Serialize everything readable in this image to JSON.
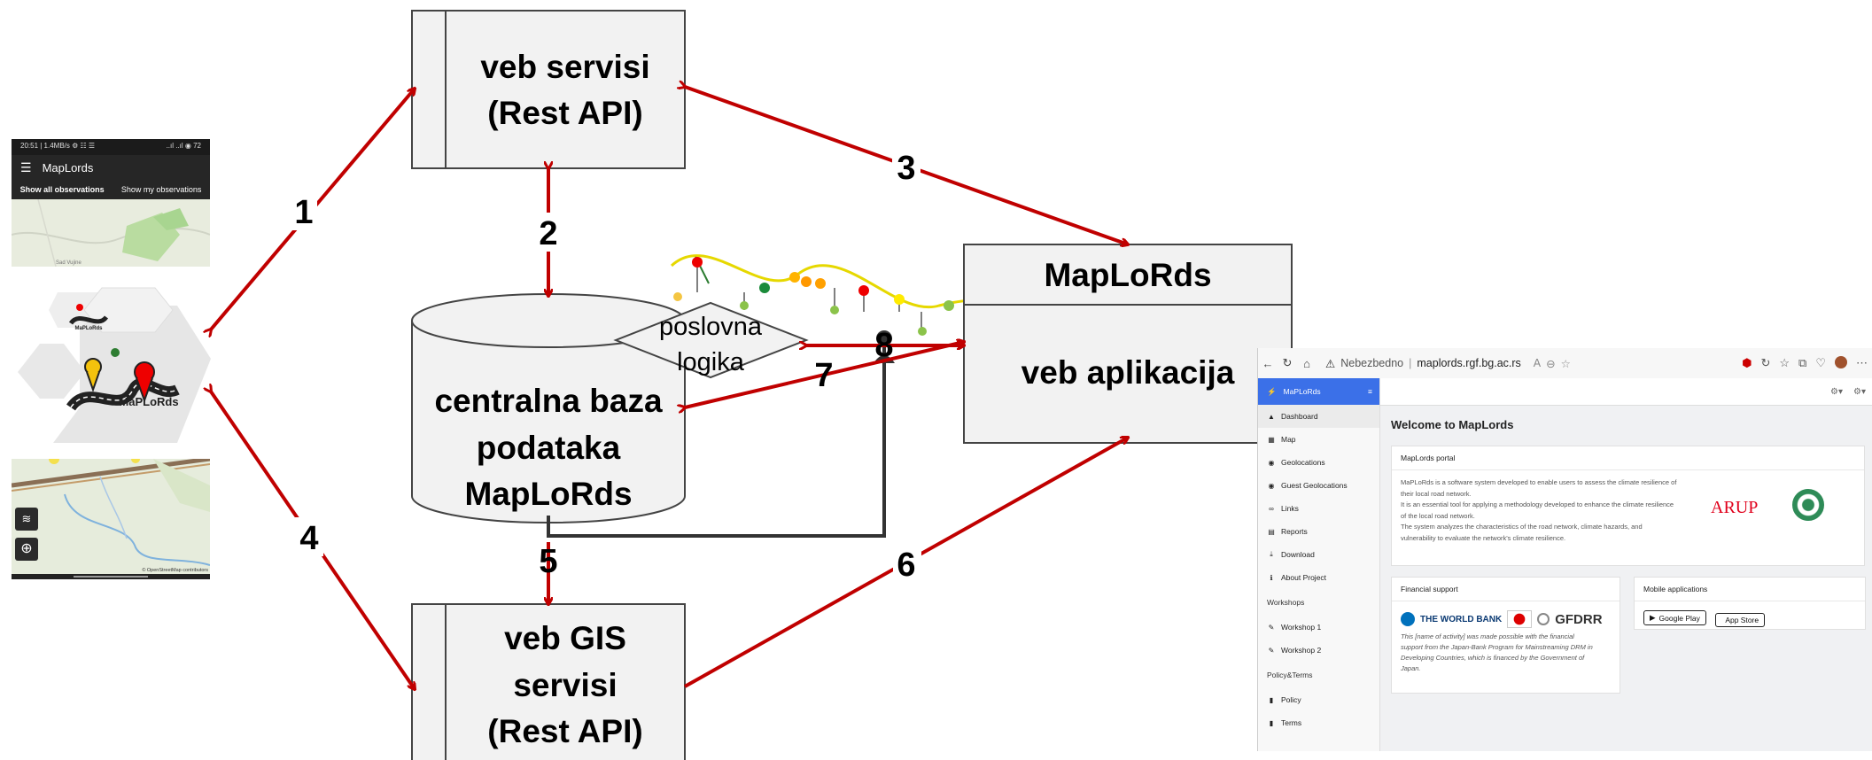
{
  "diagram": {
    "nodes": {
      "veb_servisi": [
        "veb servisi",
        "(Rest API)"
      ],
      "baza": [
        "centralna baza",
        "podataka",
        "MapLoRds"
      ],
      "poslovna_logika": [
        "poslovna",
        "logika"
      ],
      "gis": [
        "veb GIS",
        "servisi",
        "(Rest API)"
      ],
      "app_title": "MapLoRds",
      "app_sub": "veb aplikacija"
    },
    "edge_numbers": [
      "1",
      "2",
      "3",
      "4",
      "5",
      "6",
      "7",
      "8"
    ],
    "colors": {
      "arrow": "#c00000",
      "line": "#333333"
    }
  },
  "phone": {
    "status": "20:51 | 1.4MB/s ⚙ ☷ ☰",
    "status_right": "..ıl ..ıl ◉ 72",
    "title": "MapLords",
    "tab_all": "Show all observations",
    "tab_my": "Show my observations",
    "map_label": "Sad Vujine",
    "logo_text": "MaPLoRds",
    "logo_small": "MaPLoRds",
    "credit": "© OpenStreetMap contributors"
  },
  "browser": {
    "warning": "Nebezbedno",
    "url": "maplords.rgf.bg.ac.rs",
    "brand": "MaPLoRds",
    "menu": [
      {
        "icon": "▲",
        "label": "Dashboard",
        "active": true
      },
      {
        "icon": "▦",
        "label": "Map"
      },
      {
        "icon": "◉",
        "label": "Geolocations"
      },
      {
        "icon": "◉",
        "label": "Guest Geolocations"
      },
      {
        "icon": "∞",
        "label": "Links"
      },
      {
        "icon": "▤",
        "label": "Reports"
      },
      {
        "icon": "⤓",
        "label": "Download"
      },
      {
        "icon": "ℹ",
        "label": "About Project"
      }
    ],
    "section_workshops": "Workshops",
    "workshops": [
      "Workshop 1",
      "Workshop 2"
    ],
    "section_policy": "Policy&Terms",
    "policy": [
      "Policy",
      "Terms"
    ],
    "welcome": "Welcome to MapLords",
    "portal_title": "MapLords portal",
    "portal_text": [
      "MaPLoRds is a software system developed to enable users to assess the climate resilience of",
      "their local road network.",
      "It is an essential tool for applying a methodology developed to enhance the climate resilience",
      "of the local road network.",
      "The system analyzes the characteristics of the road network, climate hazards, and",
      "vulnerability to evaluate the network's climate resilience."
    ],
    "arup": "ARUP",
    "financial_title": "Financial support",
    "worldbank": "THE WORLD BANK",
    "gfdrr": "GFDRR",
    "financial_text": [
      "This [name of activity] was made possible with the financial",
      "support from the Japan-Bank Program for Mainstreaming DRM in",
      "Developing Countries, which is financed by the Government of",
      "Japan."
    ],
    "mobile_title": "Mobile applications",
    "google_play": "Google Play",
    "app_store": "App Store"
  }
}
